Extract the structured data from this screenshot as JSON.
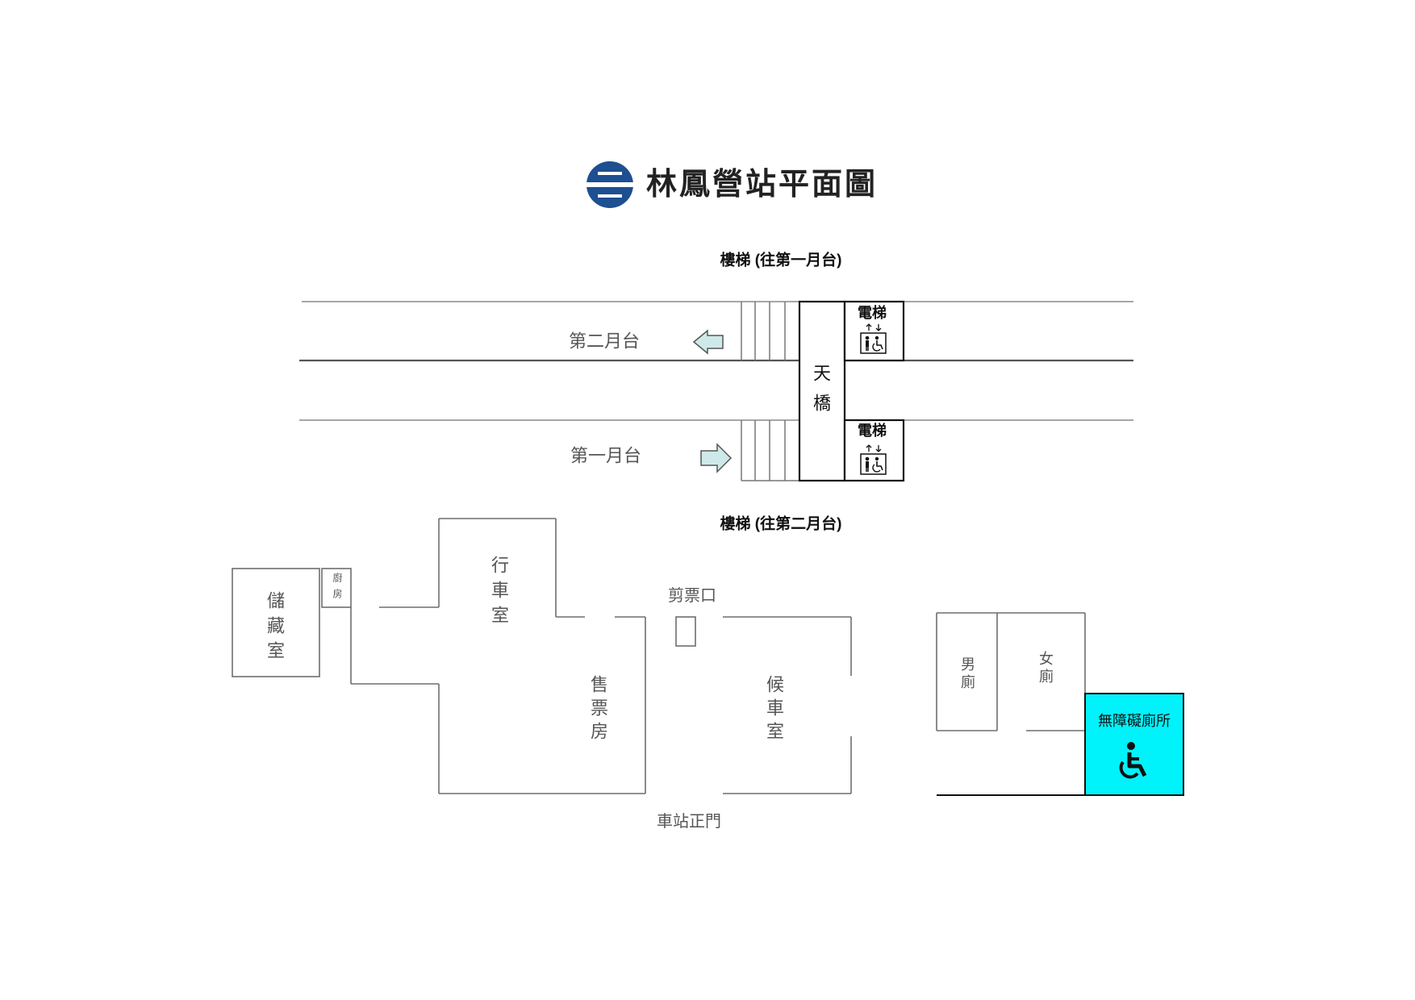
{
  "title": "林鳳營站平面圖",
  "logo_icon": "tra-logo-icon",
  "stairs": {
    "to_platform_1": "樓梯 (往第一月台)",
    "to_platform_2": "樓梯 (往第二月台)"
  },
  "platforms": {
    "platform_2": {
      "label": "第二月台",
      "arrow_icon": "left-arrow-icon"
    },
    "platform_1": {
      "label": "第一月台",
      "arrow_icon": "right-arrow-icon"
    }
  },
  "overpass": {
    "label": "天橋"
  },
  "elevators": [
    {
      "label": "電梯",
      "icon": "elevator-accessible-icon"
    },
    {
      "label": "電梯",
      "icon": "elevator-accessible-icon"
    }
  ],
  "rooms": {
    "storage": "儲藏室",
    "small_room": "廚房",
    "dispatch_office": "行車室",
    "ticket_office": "售票房",
    "ticket_gate": "剪票口",
    "waiting_room": "候車室",
    "main_entrance": "車站正門",
    "mens_restroom": "男廁",
    "womens_restroom": "女廁",
    "accessible_restroom": "無障礙廁所"
  },
  "accessible_icon": "wheelchair-icon",
  "colors": {
    "logo_blue": "#1d4f91",
    "accessible_fill": "#00f2fb",
    "arrow_fill": "#cfe9ea",
    "label_grey": "#555555"
  }
}
